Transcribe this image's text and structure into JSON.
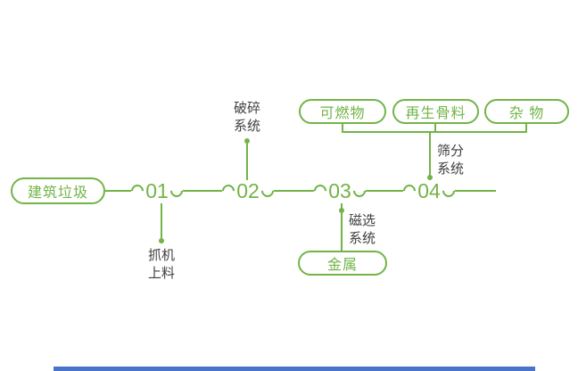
{
  "page": {
    "accent": "#72b447",
    "text_color": "#3f3f3f",
    "footer_bar_color": "#4a74c9"
  },
  "source": {
    "label": "建筑垃圾"
  },
  "stages": {
    "s1": {
      "number": "01",
      "label_line1": "抓机",
      "label_line2": "上料"
    },
    "s2": {
      "number": "02",
      "label_line1": "破碎",
      "label_line2": "系统"
    },
    "s3": {
      "number": "03",
      "label_line1": "磁选",
      "label_line2": "系统",
      "output": "金属"
    },
    "s4": {
      "number": "04",
      "label_line1": "筛分",
      "label_line2": "系统"
    }
  },
  "outputs": {
    "combustible": "可燃物",
    "recycled_aggregate": "再生骨料",
    "misc": "杂 物"
  }
}
